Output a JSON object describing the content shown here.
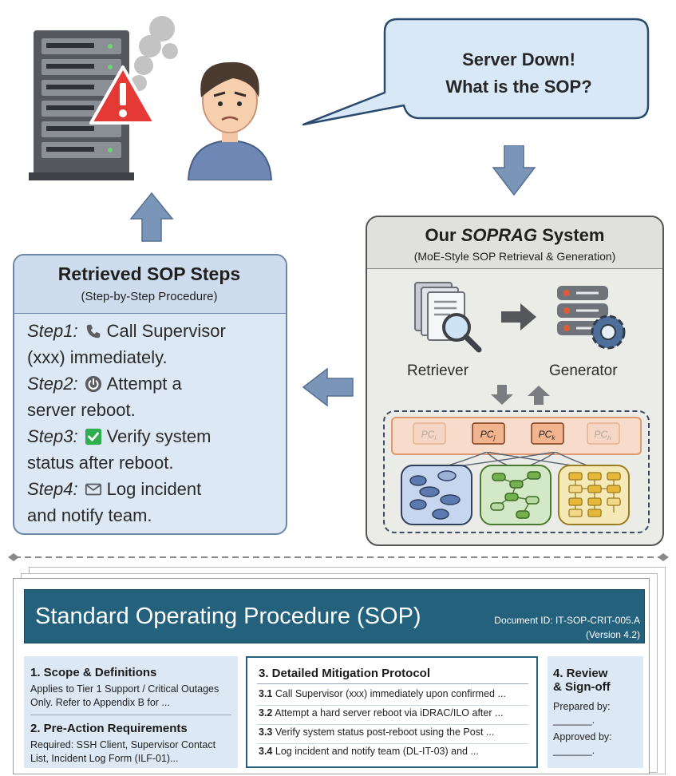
{
  "bubble": {
    "line1": "Server  Down!",
    "line2": "What is the SOP?"
  },
  "system": {
    "title_prefix": "Our ",
    "title_name": "SOPRAG",
    "title_suffix": " System",
    "subtitle": "(MoE-Style SOP Retrieval & Generation)",
    "retriever_label": "Retriever",
    "generator_label": "Generator",
    "experts": [
      {
        "base": "PC",
        "sub": "i",
        "active": false
      },
      {
        "base": "PC",
        "sub": "j",
        "active": true
      },
      {
        "base": "PC",
        "sub": "k",
        "active": true
      },
      {
        "base": "PC",
        "sub": "n",
        "active": false
      }
    ]
  },
  "retrieved": {
    "title": "Retrieved  SOP  Steps",
    "subtitle": "(Step-by-Step Procedure)",
    "steps": [
      {
        "label": "Step1:",
        "icon": "phone-icon",
        "text1": "Call Supervisor",
        "text2": "(xxx)  immediately."
      },
      {
        "label": "Step2:",
        "icon": "power-icon",
        "text1": "Attempt a",
        "text2": "server reboot."
      },
      {
        "label": "Step3:",
        "icon": "checkmark-icon",
        "text1": "Verify system",
        "text2": "status after reboot."
      },
      {
        "label": "Step4:",
        "icon": "envelope-icon",
        "text1": "Log incident",
        "text2": "and notify team."
      }
    ]
  },
  "sop": {
    "title": "Standard Operating Procedure (SOP)",
    "doc_id": "Document ID: IT-SOP-CRIT-005.A",
    "version": "(Version 4.2)",
    "scope_heading": "1. Scope & Definitions",
    "scope_text": "Applies to Tier 1 Support / Critical Outages Only. Refer to Appendix B for ...",
    "pre_heading": "2. Pre-Action Requirements",
    "pre_text": "Required: SSH Client, Supervisor Contact List, Incident Log Form (ILF-01)...",
    "mitigation_heading": "3. Detailed Mitigation Protocol",
    "mitigation_rows": [
      {
        "num": "3.1",
        "text": "Call Supervisor (xxx) immediately upon confirmed ..."
      },
      {
        "num": "3.2",
        "text": "Attempt a hard server reboot via iDRAC/ILO after ..."
      },
      {
        "num": "3.3",
        "text": "Verify system status post-reboot using the Post ..."
      },
      {
        "num": "3.4",
        "text": "Log incident and notify team (DL-IT-03) and ..."
      }
    ],
    "review_heading1": "4. Review",
    "review_heading2": "& Sign-off",
    "prepared": "Prepared by:",
    "approved": "Approved by:",
    "blank": "_______."
  },
  "colors": {
    "blue_panel": "#dde8f5",
    "blue_border": "#6e86a8",
    "arrow": "#7b95b8",
    "sop_header": "#23617d",
    "warning": "#e53935"
  }
}
